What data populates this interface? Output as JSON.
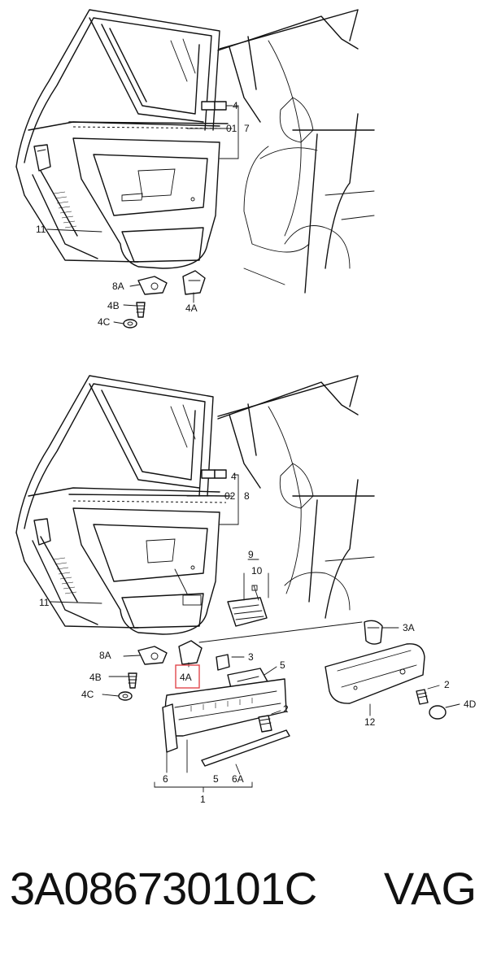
{
  "diagram": {
    "upper": {
      "labels": {
        "l4": "4",
        "l01": "01",
        "l7": "7",
        "l11": "11",
        "l8A": "8A",
        "l4B": "4B",
        "l4C": "4C",
        "l4A": "4A"
      }
    },
    "lower": {
      "labels": {
        "l4": "4",
        "l02": "02",
        "l8": "8",
        "l9": "9",
        "l10": "10",
        "l11": "11",
        "l3A": "3A",
        "l8A": "8A",
        "l4B": "4B",
        "l4C": "4C",
        "l4A": "4A",
        "l3": "3",
        "l5": "5",
        "l2a": "2",
        "l2b": "2",
        "l4D": "4D",
        "l12": "12",
        "l6": "6",
        "l5b": "5",
        "l6A": "6A",
        "l1": "1"
      },
      "highlight": {
        "color": "#e0474c"
      }
    }
  },
  "footer": {
    "part_number": "3A086730101C",
    "brand": "VAG"
  }
}
